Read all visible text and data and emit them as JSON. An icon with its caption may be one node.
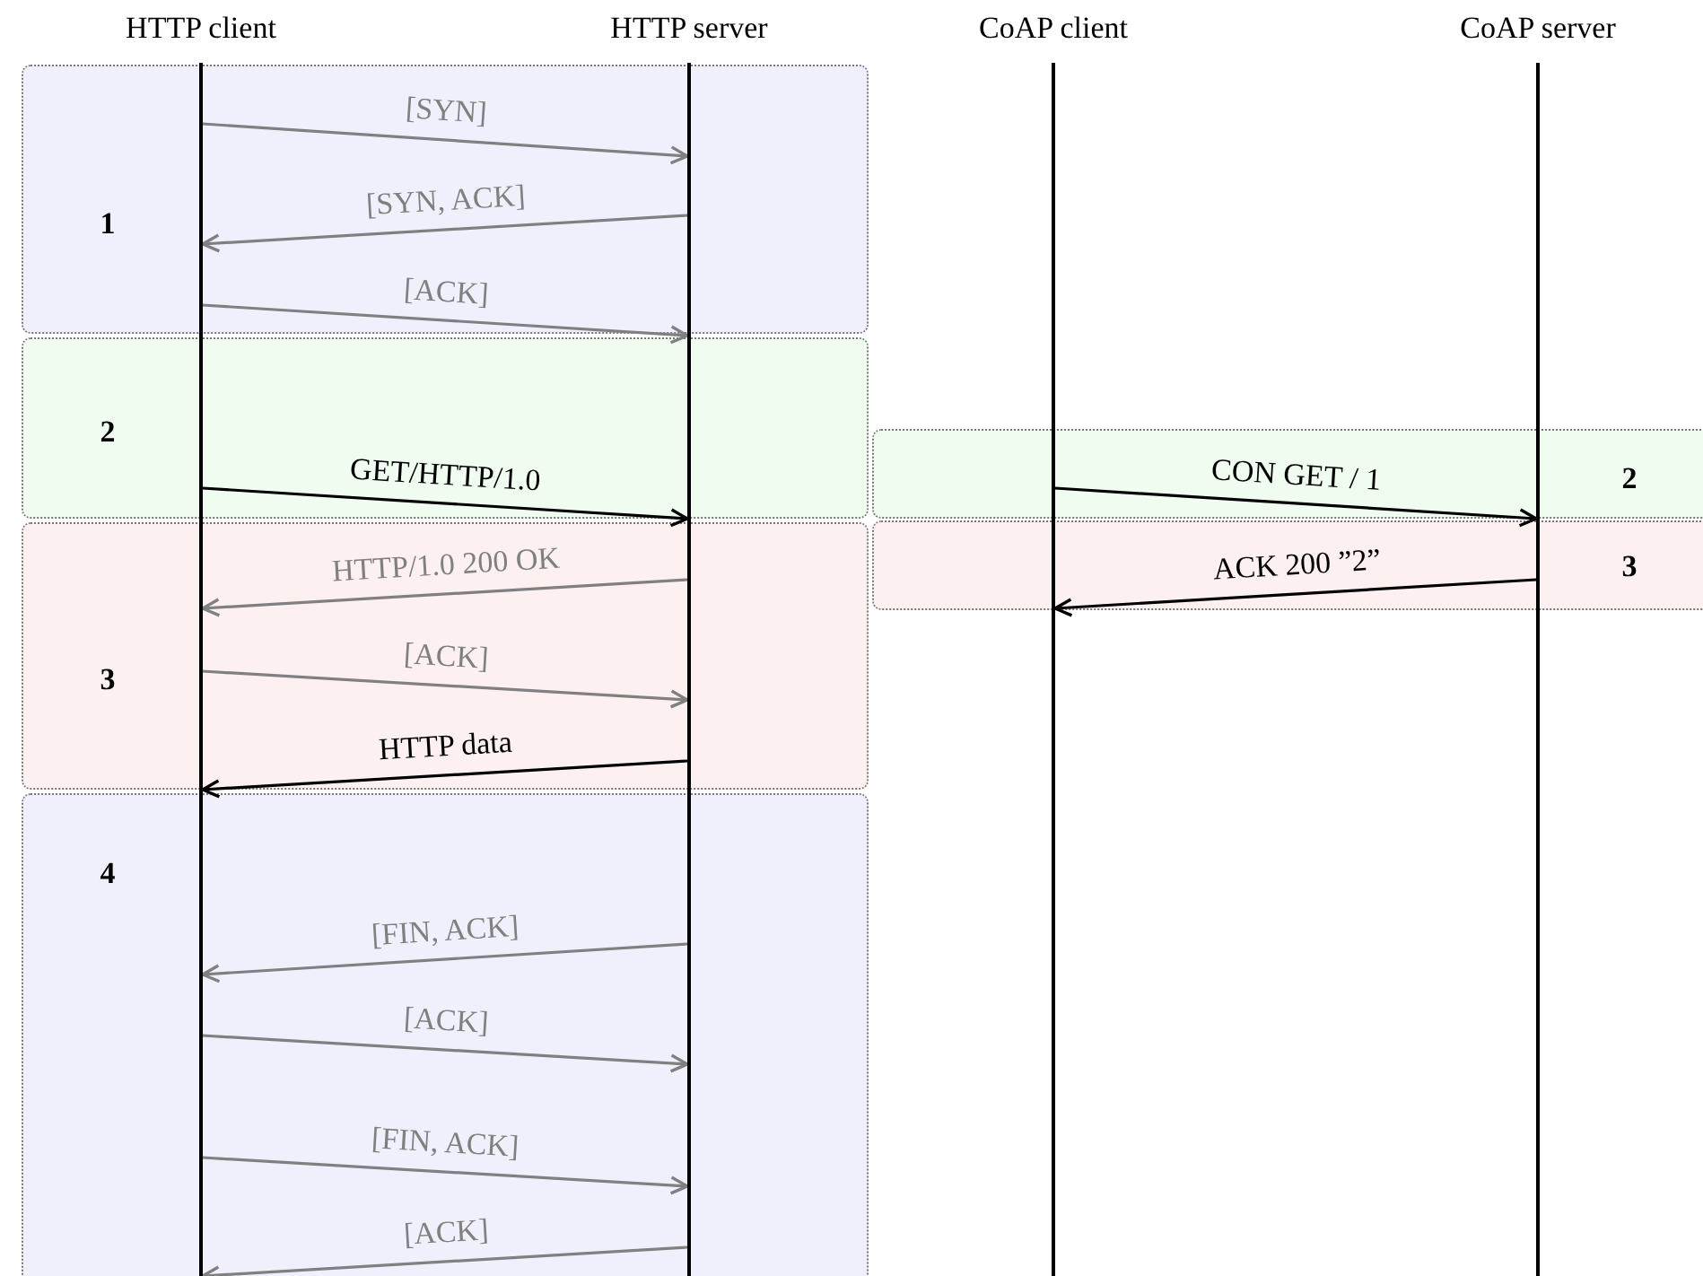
{
  "diagram": {
    "nodes": [
      {
        "text": [
          "HTTP client"
        ]
      },
      {
        "text": [
          "HTTP server"
        ]
      },
      {
        "text": [
          "CoAP client"
        ]
      },
      {
        "text": [
          "CoAP server"
        ]
      }
    ],
    "edges": [
      {
        "from": 0,
        "to": 1,
        "arrow": "to",
        "label": "[SYN]"
      },
      {
        "from": 1,
        "to": 0,
        "arrow": "to",
        "label": "[SYN, ACK]"
      },
      {
        "from": 0,
        "to": 1,
        "arrow": "to",
        "label": "[ACK]"
      },
      {
        "from": 0,
        "to": 1,
        "arrow": "to",
        "label": "GET/HTTP/1.0",
        "color": "#000000"
      },
      {
        "from": 2,
        "to": 3,
        "arrow": "to",
        "label": "CON GET / 1",
        "color": "#000000"
      },
      {
        "from": 1,
        "to": 0,
        "arrow": "to",
        "label": "HTTP/1.0 200 OK"
      },
      {
        "from": 3,
        "to": 2,
        "arrow": "to",
        "label": "ACK 200 ”2”",
        "color": "#000000"
      },
      {
        "from": 0,
        "to": 1,
        "arrow": "to",
        "label": "[ACK]"
      },
      {
        "from": 1,
        "to": 0,
        "arrow": "to",
        "label": "HTTP data",
        "color": "#000000"
      },
      {
        "from": 1,
        "to": 0,
        "arrow": "to",
        "label": "[FIN, ACK]"
      },
      {
        "from": 0,
        "to": 1,
        "arrow": "to",
        "label": "[ACK]"
      },
      {
        "from": 0,
        "to": 1,
        "arrow": "to",
        "label": "[FIN, ACK]"
      },
      {
        "from": 1,
        "to": 0,
        "arrow": "to",
        "label": "[ACK]"
      }
    ],
    "labels": [
      "1",
      "2",
      "2",
      "3",
      "3",
      "4"
    ]
  }
}
